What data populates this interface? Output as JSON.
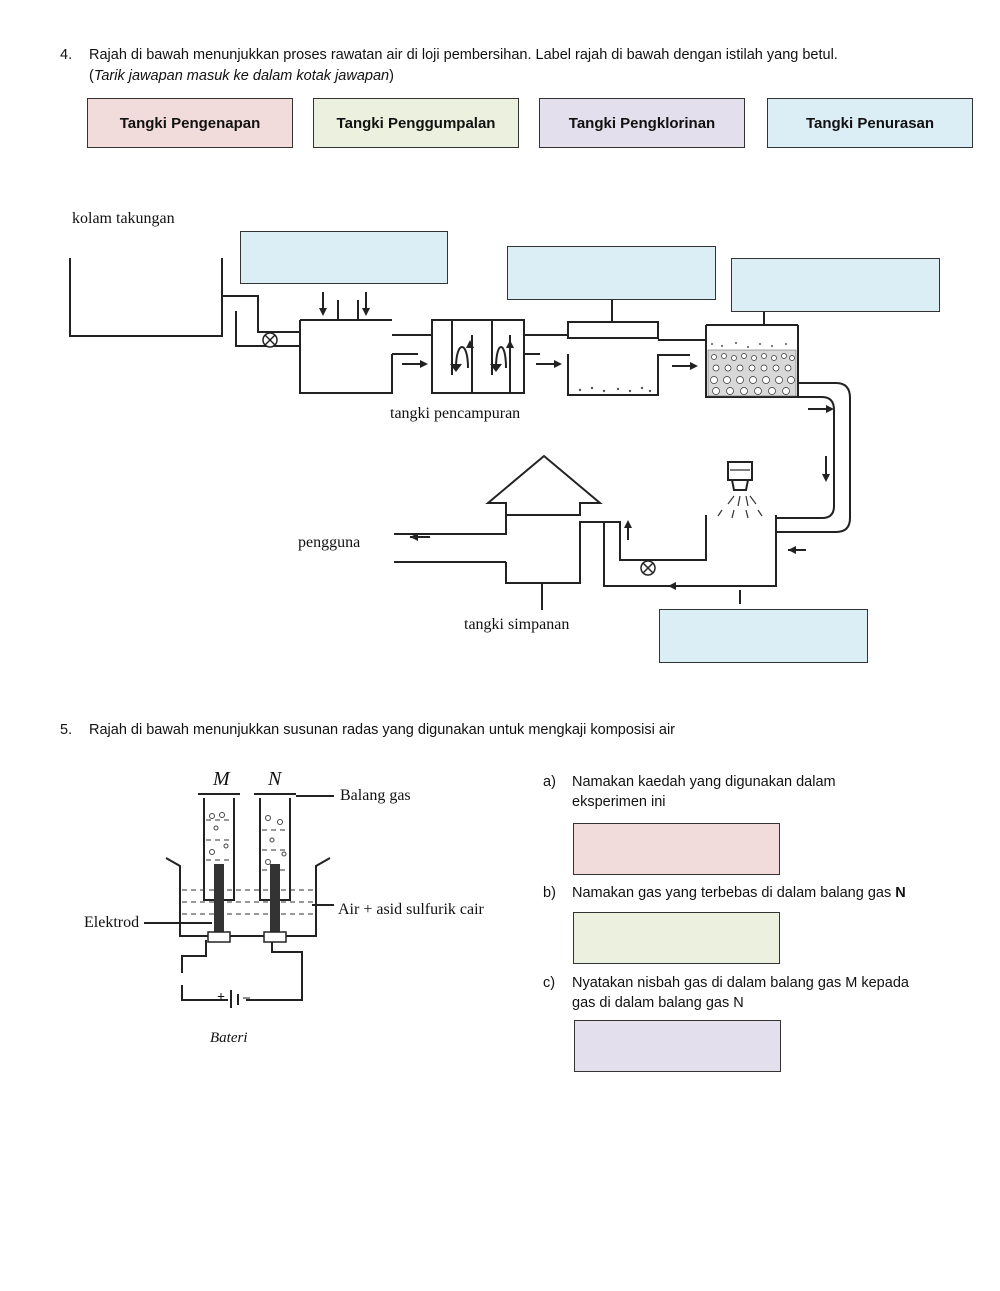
{
  "q4": {
    "number": "4.",
    "text": "Rajah di bawah menunjukkan proses rawatan air di loji pembersihan. Label rajah di bawah dengan istilah yang betul.",
    "hint_open": "(",
    "hint": "Tarik jawapan masuk ke dalam kotak jawapan",
    "hint_close": ")",
    "choices": [
      {
        "label": "Tangki Pengenapan",
        "color": "#f2dcdb"
      },
      {
        "label": "Tangki Penggumpalan",
        "color": "#ebf1de"
      },
      {
        "label": "Tangki Pengklorinan",
        "color": "#e4dfec"
      },
      {
        "label": "Tangki Penurasan",
        "color": "#dbeef6"
      }
    ],
    "diagram": {
      "kolam": "kolam takungan",
      "pencampuran": "tangki pencampuran",
      "pengguna": "pengguna",
      "simpanan": "tangki simpanan"
    },
    "dropbox_color": "#dbeef6"
  },
  "q5": {
    "number": "5.",
    "text": "Rajah di bawah menunjukkan susunan radas yang digunakan untuk mengkaji komposisi air",
    "diagram": {
      "m": "M",
      "n": "N",
      "balang": "Balang gas",
      "air": "Air + asid sulfurik cair",
      "elektrod": "Elektrod",
      "plus": "+",
      "minus": "–",
      "bateri": "Bateri"
    },
    "parts": [
      {
        "letter": "a)",
        "line1": "Namakan kaedah yang digunakan dalam",
        "line2": "eksperimen ini",
        "color": "#f2dcdb"
      },
      {
        "letter": "b)",
        "line1": "Namakan gas yang terbebas di dalam balang gas ",
        "bold": "N",
        "color": "#ebf1de"
      },
      {
        "letter": "c)",
        "line1": "Nyatakan nisbah gas di dalam balang gas M kepada",
        "line2": "gas di dalam balang gas N",
        "color": "#e4dfec"
      }
    ]
  }
}
